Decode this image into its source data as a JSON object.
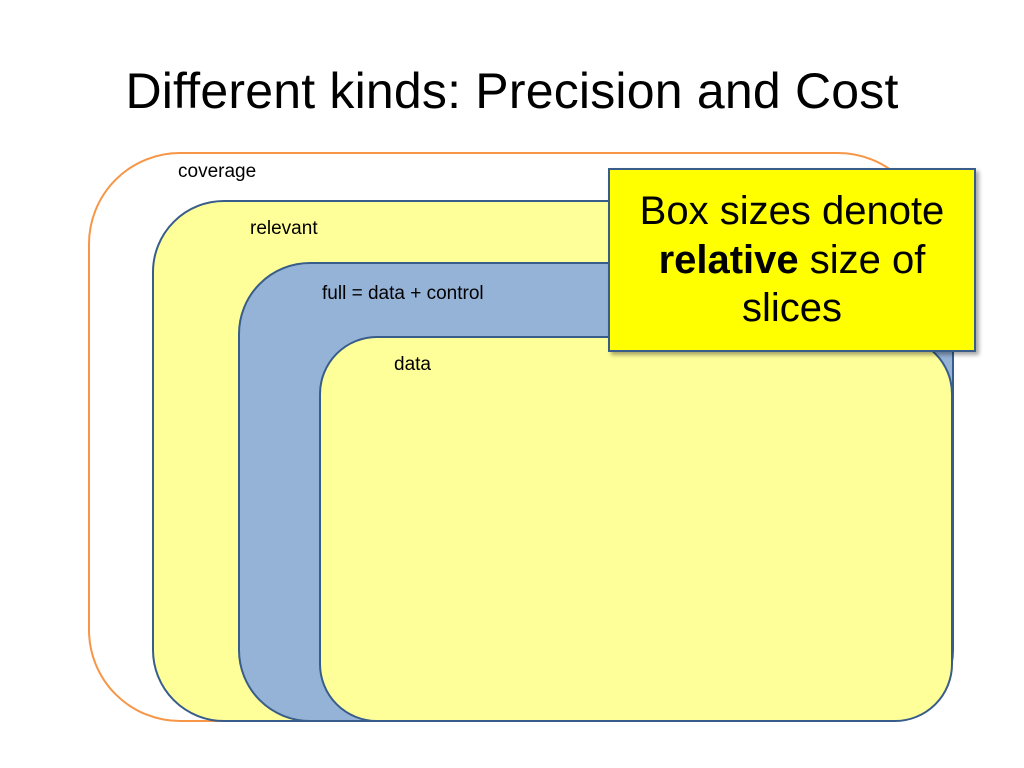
{
  "slide": {
    "title": "Different kinds: Precision and Cost"
  },
  "diagram": {
    "boxes": [
      {
        "id": "coverage",
        "label": "coverage",
        "fill": "#FFFFFF",
        "border": "#F79646"
      },
      {
        "id": "relevant",
        "label": "relevant",
        "fill": "#FFFF99",
        "border": "#385D8A"
      },
      {
        "id": "full",
        "label": "full = data + control",
        "fill": "#95B3D7",
        "border": "#385D8A"
      },
      {
        "id": "data",
        "label": "data",
        "fill": "#FFFF99",
        "border": "#385D8A"
      }
    ],
    "note": {
      "line1": "Box sizes denote",
      "emphasis": "relative",
      "line2_rest": "size of",
      "line3": "slices",
      "fill": "#FFFF00"
    }
  }
}
